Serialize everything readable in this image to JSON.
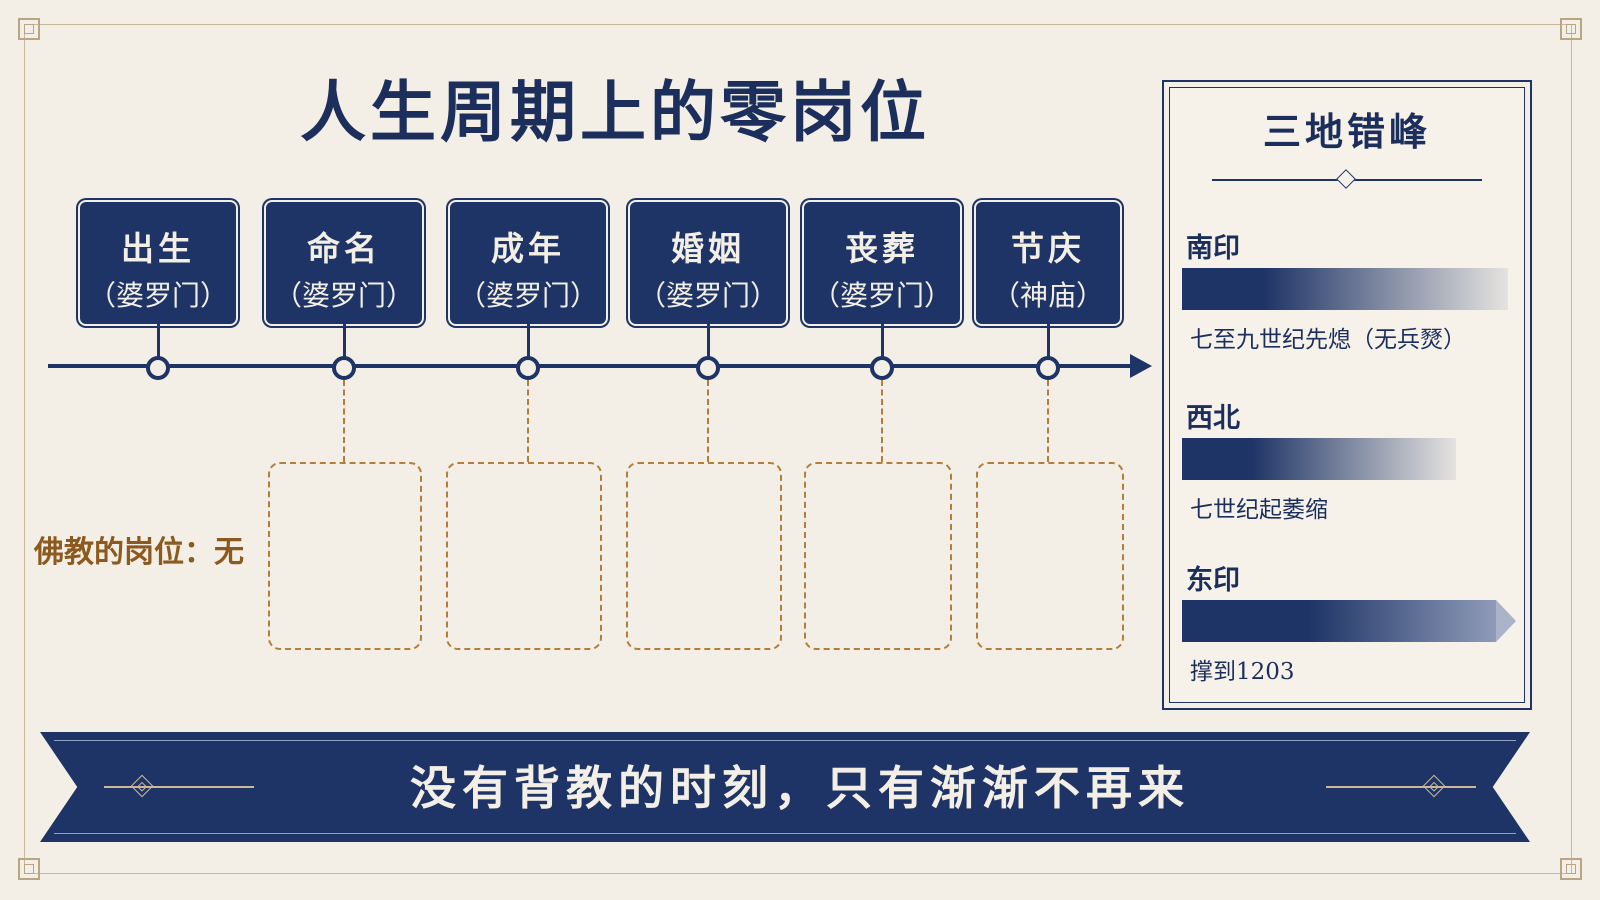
{
  "title": "人生周期上的零岗位",
  "timeline": [
    {
      "name": "出生",
      "place": "（婆罗门）"
    },
    {
      "name": "命名",
      "place": "（婆罗门）"
    },
    {
      "name": "成年",
      "place": "（婆罗门）"
    },
    {
      "name": "婚姻",
      "place": "（婆罗门）"
    },
    {
      "name": "丧葬",
      "place": "（婆罗门）"
    },
    {
      "name": "节庆",
      "place": "（神庙）"
    }
  ],
  "buddhist_slots_label": "佛教的岗位：无",
  "panel": {
    "title": "三地错峰",
    "regions": [
      {
        "name": "南印",
        "note": "七至九世纪先熄（无兵燹）"
      },
      {
        "name": "西北",
        "note": "七世纪起萎缩"
      },
      {
        "name": "东印",
        "note": "撑到1203"
      }
    ]
  },
  "banner": "没有背教的时刻，只有渐渐不再来",
  "colors": {
    "navy": "#1e3466",
    "paper": "#f3efe6",
    "brown": "#8c5a1e",
    "dash": "#b37d3a"
  }
}
